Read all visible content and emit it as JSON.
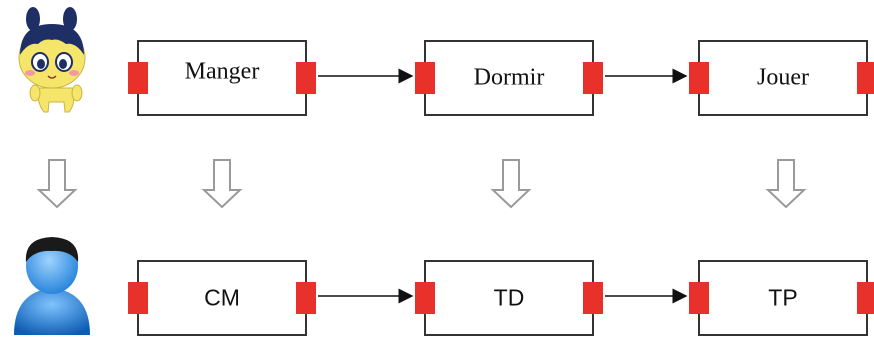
{
  "top_row": [
    {
      "label": "Manger"
    },
    {
      "label": "Dormir"
    },
    {
      "label": "Jouer"
    }
  ],
  "bottom_row": [
    {
      "label": "CM"
    },
    {
      "label": "TD"
    },
    {
      "label": "TP"
    }
  ],
  "icons": {
    "top_actor": "tamagotchi-character-icon",
    "bottom_actor": "student-user-icon",
    "mapping": "hollow-down-arrow-icon"
  },
  "colors": {
    "port": "#e8312a",
    "box_border": "#333333",
    "connector": "#111111",
    "mapping_arrow": "#9a9a9a",
    "character_head": "#f5e56a",
    "character_hair": "#1e2f66",
    "user_body": "#1f7fd8"
  }
}
